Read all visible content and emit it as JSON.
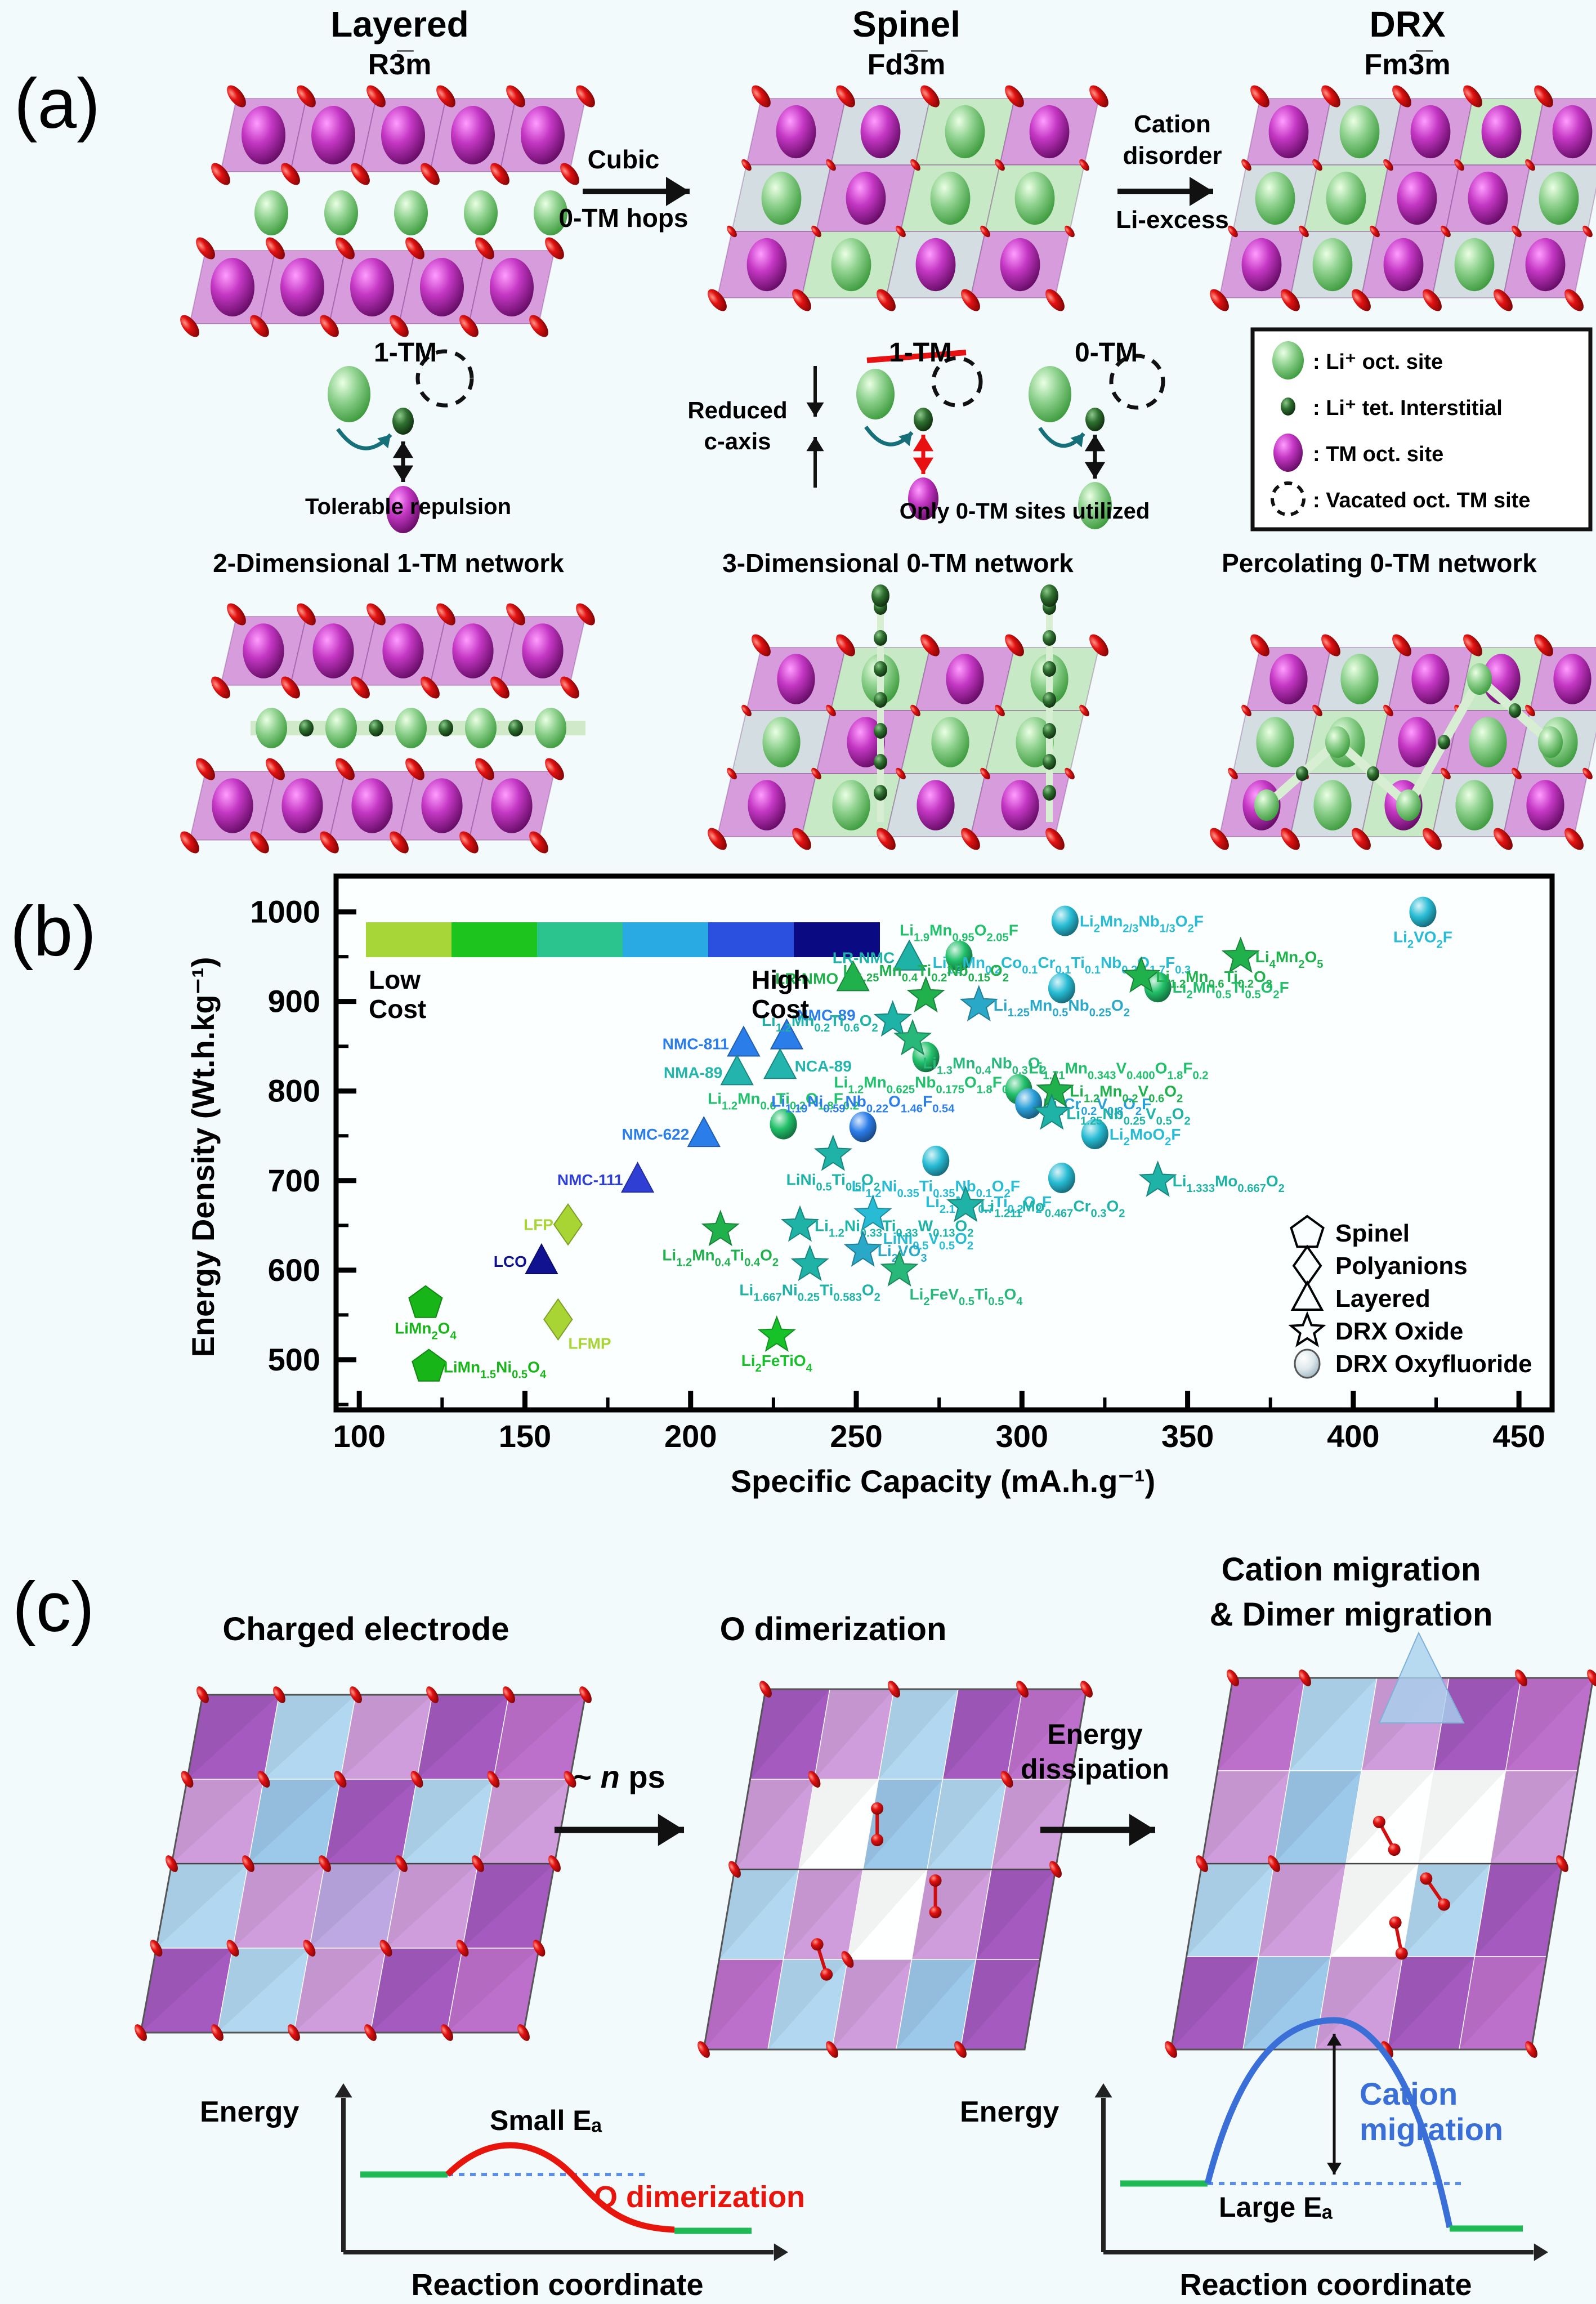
{
  "panel_a": {
    "label": "(a)",
    "columns": [
      {
        "title": "Layered",
        "space_group": "R3̅m"
      },
      {
        "title": "Spinel",
        "space_group": "Fd3̅m"
      },
      {
        "title": "DRX",
        "space_group": "Fm3̅m"
      }
    ],
    "arrow_layered_to_spinel": {
      "top": "Cubic",
      "bottom": "0-TM hops"
    },
    "arrow_spinel_to_drx": {
      "line1": "Cation",
      "line2": "disorder",
      "bottom": "Li-excess"
    },
    "one_tm_title": "1-TM",
    "tolerable_caption": "Tolerable repulsion",
    "reduced_c_axis": {
      "line1": "Reduced",
      "line2": "c-axis"
    },
    "one_tm_crossed": "1-TM",
    "zero_tm_title": "0-TM",
    "only_zero_tm_caption": "Only 0-TM sites utilized",
    "site_legend": [
      ":  Li⁺ oct. site",
      ":  Li⁺ tet. Interstitial",
      ":  TM oct. site",
      ":  Vacated oct. TM site"
    ],
    "network_titles": [
      "2-Dimensional 1-TM network",
      "3-Dimensional 0-TM network",
      "Percolating 0-TM network"
    ]
  },
  "panel_b": {
    "label": "(b)",
    "cost_scale": {
      "low": "Low Cost",
      "high": "High Cost"
    }
  },
  "chart_data": {
    "type": "scatter",
    "xlabel": "Specific Capacity (mA.h.g⁻¹)",
    "ylabel": "Energy Density (Wt.h.kg⁻¹)",
    "xlim": [
      93,
      460
    ],
    "ylim": [
      444,
      1040
    ],
    "xticks": [
      100,
      150,
      200,
      250,
      300,
      350,
      400,
      450
    ],
    "yticks": [
      500,
      600,
      700,
      800,
      900,
      1000
    ],
    "grid": false,
    "colorbar_colors": [
      "#a6d638",
      "#1ec41e",
      "#2cc48e",
      "#2aaae2",
      "#2b50e0",
      "#0a0a82"
    ],
    "shape_legend": [
      {
        "shape": "pentagon",
        "label": "Spinel"
      },
      {
        "shape": "diamond",
        "label": "Polyanions"
      },
      {
        "shape": "triangle",
        "label": "Layered"
      },
      {
        "shape": "star",
        "label": "DRX Oxide"
      },
      {
        "shape": "sphere",
        "label": "DRX Oxyfluoride"
      }
    ],
    "points": [
      {
        "f": "LiMn_{2}O_{4}",
        "s": "pent",
        "c": "#17b517",
        "x": 120,
        "y": 563,
        "p": "below"
      },
      {
        "f": "LiMn_{1.5}Ni_{0.5}O_{4}",
        "s": "pent",
        "c": "#17b517",
        "x": 121,
        "y": 492,
        "p": "right"
      },
      {
        "f": "LFP",
        "s": "dia",
        "c": "#a8d534",
        "x": 163,
        "y": 651,
        "p": "left"
      },
      {
        "f": "LFMP",
        "s": "dia",
        "c": "#a8d534",
        "x": 160,
        "y": 545,
        "p": "below-right"
      },
      {
        "f": "LCO",
        "s": "tri",
        "c": "#10128f",
        "x": 155,
        "y": 610,
        "p": "left"
      },
      {
        "f": "NMC-111",
        "s": "tri",
        "c": "#2f3fd3",
        "x": 184,
        "y": 701,
        "p": "left"
      },
      {
        "f": "NMC-622",
        "s": "tri",
        "c": "#2b7de9",
        "x": 204,
        "y": 752,
        "p": "left"
      },
      {
        "f": "NMC-811",
        "s": "tri",
        "c": "#2b7de9",
        "x": 216,
        "y": 853,
        "p": "left"
      },
      {
        "f": "NMC-89",
        "s": "tri",
        "c": "#2b7de9",
        "x": 229,
        "y": 861,
        "p": "above-right"
      },
      {
        "f": "NCA-89",
        "s": "tri",
        "c": "#23b5ad",
        "x": 227,
        "y": 828,
        "p": "right"
      },
      {
        "f": "NMA-89",
        "s": "tri",
        "c": "#23b5ad",
        "x": 214,
        "y": 821,
        "p": "left"
      },
      {
        "f": "LR-NMO",
        "s": "tri",
        "c": "#21b14c",
        "x": 249,
        "y": 926,
        "p": "left"
      },
      {
        "f": "LR-NMC",
        "s": "tri",
        "c": "#1fb3a7",
        "x": 266,
        "y": 949,
        "p": "left"
      },
      {
        "f": "Li_{1.9}Mn_{0.95}O_{2.05}F",
        "s": "sph",
        "c": "#21c06a",
        "x": 281,
        "y": 951,
        "p": "above"
      },
      {
        "f": "Li_{2}Mn_{2/3}Nb_{1/3}O_{2}F",
        "s": "sph",
        "c": "#27bcd4",
        "x": 313,
        "y": 990,
        "p": "right"
      },
      {
        "f": "Li_{1.3}Mn_{0.2}Co_{0.1}Cr_{0.1}Ti_{0.1}Nb_{0.2}O_{1.7}F_{0.3}",
        "s": "sph",
        "c": "#27bcd4",
        "x": 312,
        "y": 915,
        "p": "above"
      },
      {
        "f": "Li_{1.2}Mn_{0.625}Nb_{0.175}O_{1.8}F_{0.2}",
        "s": "sph",
        "c": "#21c06a",
        "x": 271,
        "y": 838,
        "p": "below"
      },
      {
        "f": "Li_{1.71}Mn_{0.343}V_{0.400}O_{1.8}F_{0.2}",
        "s": "sph",
        "c": "#21c06a",
        "x": 299,
        "y": 802,
        "p": "above-right"
      },
      {
        "f": "Li_{2}Cr_{0.2}V_{0.8}O_{2}F",
        "s": "sph",
        "c": "#2a9fd8",
        "x": 302,
        "y": 786,
        "p": "right"
      },
      {
        "f": "Li_{1.2}Mn_{0.6}Ti_{0.2}O_{1.8}F_{0.2}",
        "s": "sph",
        "c": "#21c06a",
        "x": 228,
        "y": 763,
        "p": "above"
      },
      {
        "f": "Li_{1.19}Ni_{0.59}Nb_{0.22}O_{1.46}F_{0.54}",
        "s": "sph",
        "c": "#2b7de9",
        "x": 252,
        "y": 760,
        "p": "above"
      },
      {
        "f": "Li_{2}MoO_{2}F",
        "s": "sph",
        "c": "#27bcd4",
        "x": 322,
        "y": 752,
        "p": "right"
      },
      {
        "f": "Li_{1.2}Ni_{0.35}Ti_{0.35}Nb_{0.1}O_{2}F",
        "s": "sph",
        "c": "#27bcd4",
        "x": 274,
        "y": 722,
        "p": "below"
      },
      {
        "f": "Li_{2.1}Mo_{0.7}Ti_{0.2}O_{2}F",
        "s": "sph",
        "c": "#27bcd4",
        "x": 312,
        "y": 703,
        "p": "below-left"
      },
      {
        "f": "Li_{2}VO_{2}F",
        "s": "sph",
        "c": "#27bcd4",
        "x": 421,
        "y": 1000,
        "p": "below"
      },
      {
        "f": "Li_{2}Mn_{0.5}Ti_{0.5}O_{2}F",
        "s": "sph",
        "c": "#21c06a",
        "x": 341,
        "y": 916,
        "p": "right"
      },
      {
        "f": "Li_{1.25}Mn_{0.4}Ti_{0.2}Nb_{0.15}O_{2}",
        "s": "star",
        "c": "#21b14c",
        "x": 271,
        "y": 906,
        "p": "above"
      },
      {
        "f": "Li_{1.25}Mn_{0.5}Nb_{0.25}O_{2}",
        "s": "star",
        "c": "#2aa8c8",
        "x": 287,
        "y": 896,
        "p": "right"
      },
      {
        "f": "Li_{1.2}Mn_{0.2}Ti_{0.6}O_{2}",
        "s": "star",
        "c": "#1fb3a7",
        "x": 261,
        "y": 879,
        "p": "left"
      },
      {
        "f": "Li_{1.3}Mn_{0.4}Nb_{0.3}O_{2}",
        "s": "star",
        "c": "#27b87a",
        "x": 267,
        "y": 858,
        "p": "below-right"
      },
      {
        "f": "Li_{4}Mn_{2}O_{5}",
        "s": "star",
        "c": "#21b14c",
        "x": 366,
        "y": 950,
        "p": "right"
      },
      {
        "f": "Li_{1.2}Mn_{0.6}Ti_{0.2}O_{2}",
        "s": "star",
        "c": "#21b14c",
        "x": 336,
        "y": 928,
        "p": "right"
      },
      {
        "f": "Li_{1.2}Mn_{0.2}V_{0.6}O_{2}",
        "s": "star",
        "c": "#21b14c",
        "x": 310,
        "y": 800,
        "p": "right"
      },
      {
        "f": "Li_{1.25}Nb_{0.25}V_{0.5}O_{2}",
        "s": "star",
        "c": "#1fb3a7",
        "x": 309,
        "y": 775,
        "p": "right"
      },
      {
        "f": "Li_{1.333}Mo_{0.667}O_{2}",
        "s": "star",
        "c": "#1fb3a7",
        "x": 341,
        "y": 700,
        "p": "right"
      },
      {
        "f": "Li_{1.211}Mo_{0.467}Cr_{0.3}O_{2}",
        "s": "star",
        "c": "#1fb3a7",
        "x": 283,
        "y": 672,
        "p": "right"
      },
      {
        "f": "LiNi_{0.5}Ti_{0.5}O_{2}",
        "s": "star",
        "c": "#1fb3a7",
        "x": 243,
        "y": 729,
        "p": "below"
      },
      {
        "f": "LiNi_{0.5}V_{0.5}O_{2}",
        "s": "star",
        "c": "#27bcd4",
        "x": 255,
        "y": 662,
        "p": "below-right"
      },
      {
        "f": "Li_{1.2}Ni_{0.33}Ti_{0.33}W_{0.13}O_{2}",
        "s": "star",
        "c": "#1fb3a7",
        "x": 233,
        "y": 650,
        "p": "right"
      },
      {
        "f": "Li_{1.2}Mn_{0.4}Ti_{0.4}O_{2}",
        "s": "star",
        "c": "#21b14c",
        "x": 209,
        "y": 645,
        "p": "below"
      },
      {
        "f": "Li_{2}VO_{3}",
        "s": "star",
        "c": "#2aa8c8",
        "x": 252,
        "y": 622,
        "p": "right"
      },
      {
        "f": "Li_{1.667}Ni_{0.25}Ti_{0.583}O_{2}",
        "s": "star",
        "c": "#1fb3a7",
        "x": 236,
        "y": 606,
        "p": "below"
      },
      {
        "f": "Li_{2}FeV_{0.5}Ti_{0.5}O_{4}",
        "s": "star",
        "c": "#27b87a",
        "x": 263,
        "y": 600,
        "p": "below-right"
      },
      {
        "f": "Li_{2}FeTiO_{4}",
        "s": "star",
        "c": "#17c229",
        "x": 226,
        "y": 527,
        "p": "below"
      }
    ]
  },
  "panel_c": {
    "label": "(c)",
    "titles": {
      "left": "Charged electrode",
      "middle": "O dimerization",
      "right1": "Cation migration",
      "right2": "& Dimer migration"
    },
    "nps": {
      "pre": "~ ",
      "n": "n",
      "post": " ps"
    },
    "energy_dissipation": {
      "line1": "Energy",
      "line2": "dissipation"
    },
    "diagram_left": {
      "yaxis": "Energy",
      "ea": "Small Eₐ",
      "curve": "O dimerization",
      "xaxis": "Reaction coordinate"
    },
    "diagram_right": {
      "yaxis": "Energy",
      "ea": "Large Eₐ",
      "curve": "Cation migration",
      "xaxis": "Reaction coordinate"
    }
  }
}
